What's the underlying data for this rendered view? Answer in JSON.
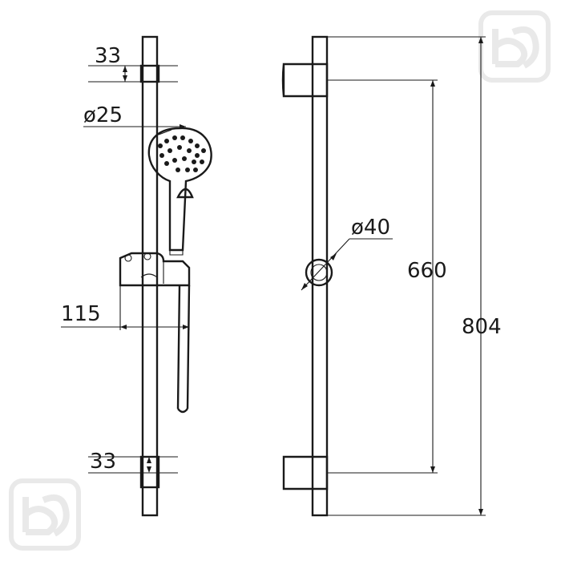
{
  "dimensions": {
    "bracket_top_height": "33",
    "hose_diameter": "ø25",
    "holder_projection": "115",
    "bracket_bottom_height": "33",
    "holder_diameter": "ø40",
    "bracket_spacing": "660",
    "total_height": "804"
  },
  "colors": {
    "line": "#1a1a1a",
    "watermark": "#e6e6e6",
    "background": "#ffffff"
  },
  "icons": {
    "watermark_logo": "logo-icon"
  }
}
